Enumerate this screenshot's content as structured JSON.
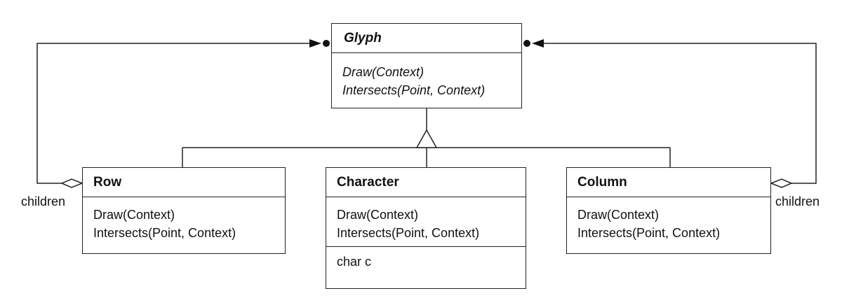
{
  "classes": {
    "glyph": {
      "name": "Glyph",
      "operations": [
        "Draw(Context)",
        "Intersects(Point, Context)"
      ]
    },
    "row": {
      "name": "Row",
      "operations": [
        "Draw(Context)",
        "Intersects(Point, Context)"
      ]
    },
    "character": {
      "name": "Character",
      "operations": [
        "Draw(Context)",
        "Intersects(Point, Context)"
      ],
      "attributes": [
        "char c"
      ]
    },
    "column": {
      "name": "Column",
      "operations": [
        "Draw(Context)",
        "Intersects(Point, Context)"
      ]
    }
  },
  "associations": {
    "row_children_role": "children",
    "column_children_role": "children"
  }
}
